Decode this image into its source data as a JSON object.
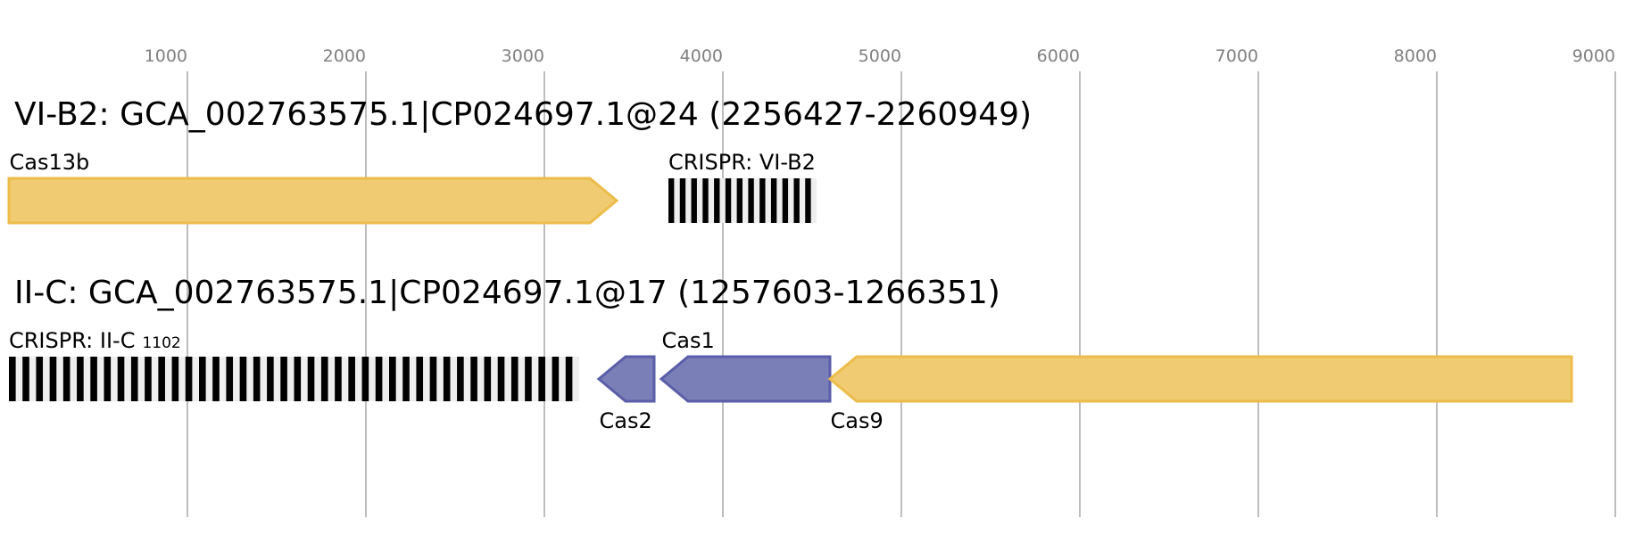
{
  "chart_data": {
    "type": "gene-map",
    "axis": {
      "unit": "bp",
      "range": [
        0,
        9000
      ],
      "ticks": [
        1000,
        2000,
        3000,
        4000,
        5000,
        6000,
        7000,
        8000,
        9000
      ],
      "tick_labels": [
        "1000",
        "2000",
        "3000",
        "4000",
        "5000",
        "6000",
        "7000",
        "8000",
        "9000"
      ],
      "grid": true
    },
    "loci": [
      {
        "title": "VI-B2: GCA_002763575.1|CP024697.1@24 (2256427-2260949)",
        "features": [
          {
            "kind": "gene",
            "label": "Cas13b",
            "start": 0,
            "end": 3405,
            "strand": "+",
            "color_key": "effector",
            "label_pos": "above"
          },
          {
            "kind": "crispr",
            "label": "CRISPR: VI-B2",
            "subscript": "",
            "start": 3695,
            "end": 4525,
            "repeats": 13,
            "label_pos": "above"
          }
        ]
      },
      {
        "title": "II-C: GCA_002763575.1|CP024697.1@17 (1257603-1266351)",
        "features": [
          {
            "kind": "crispr",
            "label": "CRISPR: II-C",
            "subscript": "1102",
            "start": 0,
            "end": 3195,
            "repeats": 42,
            "label_pos": "above"
          },
          {
            "kind": "gene",
            "label": "Cas2",
            "start": 3305,
            "end": 3615,
            "strand": "-",
            "color_key": "adaptation",
            "label_pos": "below"
          },
          {
            "kind": "gene",
            "label": "Cas1",
            "start": 3655,
            "end": 4600,
            "strand": "-",
            "color_key": "adaptation",
            "label_pos": "above"
          },
          {
            "kind": "gene",
            "label": "Cas9",
            "start": 4600,
            "end": 8755,
            "strand": "-",
            "color_key": "effector",
            "label_pos": "below"
          }
        ]
      }
    ]
  },
  "colors": {
    "effector_fill": "#f0cb72",
    "effector_stroke": "#ecbc4b",
    "adaptation_fill": "#7b7fb7",
    "adaptation_stroke": "#5b5ea8",
    "crispr_repeat": "#000000",
    "crispr_spacer": "#eeeeee",
    "grid": "#bdbdbd",
    "tick_text": "#808080"
  }
}
